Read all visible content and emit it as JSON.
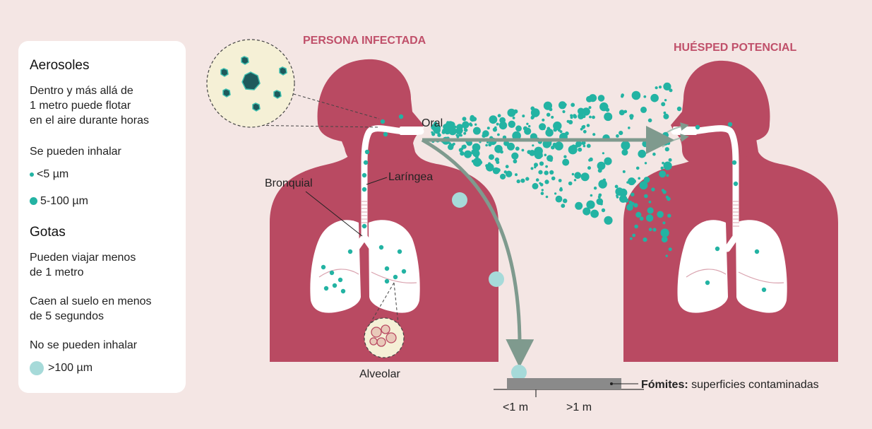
{
  "legend": {
    "aerosols_title": "Aerosoles",
    "aerosols_desc": [
      "Dentro y más allá de",
      "1 metro puede flotar",
      "en el aire durante horas"
    ],
    "aerosols_inhale": "Se pueden inhalar",
    "size_small": "<5 µm",
    "size_medium": "5-100 µm",
    "drops_title": "Gotas",
    "drops_desc": [
      "Pueden viajar menos",
      "de 1 metro"
    ],
    "drops_fall": [
      "Caen al suelo en menos",
      "de 5 segundos"
    ],
    "drops_no_inhale": "No se pueden inhalar",
    "size_large": ">100 µm"
  },
  "labels": {
    "infected": "PERSONA INFECTADA",
    "host": "HUÉSPED POTENCIAL",
    "oral": "Oral",
    "bronchial": "Bronquial",
    "laryngeal": "Laríngea",
    "alveolar": "Alveolar",
    "fomites_bold": "Fómites:",
    "fomites_rest": " superficies contaminadas",
    "dist_near": "<1 m",
    "dist_far": ">1 m"
  },
  "colors": {
    "background": "#f4e6e4",
    "body": "#b94a62",
    "lung": "#ffffff",
    "aerosol": "#23b3a3",
    "large_drop": "#a6dad9",
    "arrow": "#7f9a8e",
    "title": "#c0506a",
    "virus_circle": "#f5f0d6",
    "surface": "#8a8a8a"
  }
}
